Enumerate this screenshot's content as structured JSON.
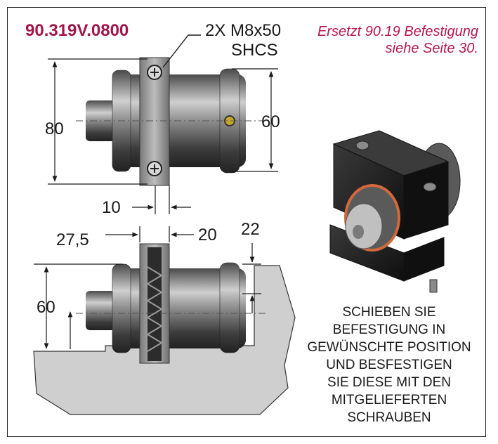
{
  "part_number": "90.319V.0800",
  "note": {
    "line1": "Ersetzt 90.19 Befestigung",
    "line2": "siehe Seite 30."
  },
  "screw_callout": {
    "line1": "2X M8x50",
    "line2": "SHCS"
  },
  "dimensions": {
    "height_outer": "80",
    "height_inner": "60",
    "clamp_width": "10",
    "offset_left": "27,5",
    "offset_right": "20",
    "top_gap": "22",
    "height_lower": "60"
  },
  "instructions": [
    "SCHIEBEN SIE",
    "BEFESTIGUNG IN",
    "GEWÜNSCHTE POSITION",
    "UND BESFESTIGEN",
    "SIE DIESE MIT DEN",
    "MITGELIEFERTEN",
    "SCHRAUBEN"
  ],
  "colors": {
    "part_number": "#a3164a",
    "note": "#b5174f",
    "metal_dark": "#3a3a3a",
    "metal_light": "#b9b9b9",
    "block": "#1b1b1b",
    "base": "#cfcfcf",
    "seal": "#d2693c"
  }
}
